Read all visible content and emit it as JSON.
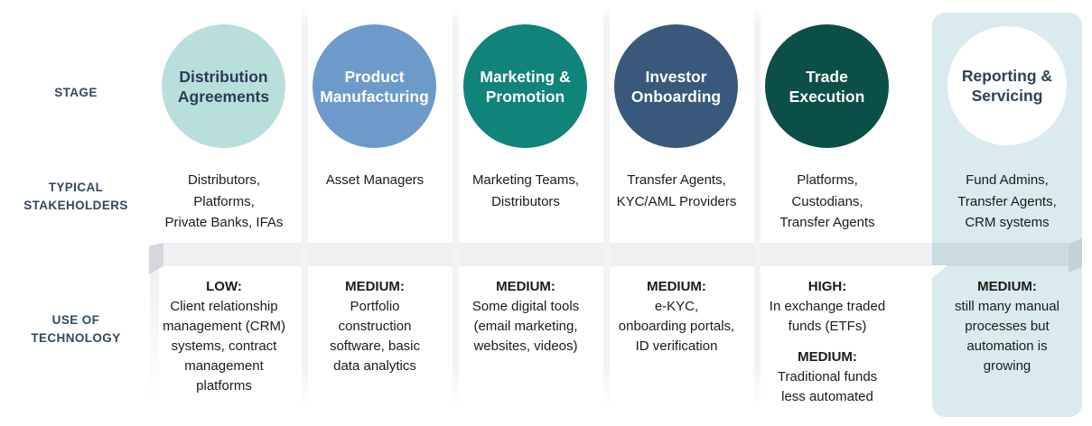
{
  "side_labels": {
    "stage": "STAGE",
    "stakeholders": "TYPICAL\nSTAKEHOLDERS",
    "technology": "USE OF\nTECHNOLOGY"
  },
  "colors": {
    "side_label_text": "#33495e",
    "ribbon": "#eef0f1",
    "ribbon_cap_left": "#d5d7de",
    "ribbon_cap_right": "#c2d3d8",
    "highlight_panel": "#d9ebee",
    "body_text": "#1b1b19"
  },
  "columns": [
    {
      "id": "distribution-agreements",
      "stage_lines": [
        "Distribution",
        "Agreements"
      ],
      "circle_color": "#b9dfdd",
      "stage_text_color": "#2b3c52",
      "stakeholder_lines": [
        "Distributors,",
        "Platforms,",
        "Private Banks, IFAs"
      ],
      "technology": [
        {
          "level": "LOW:",
          "lines": [
            "Client relationship",
            "management (CRM)",
            "systems, contract",
            "management",
            "platforms"
          ]
        }
      ],
      "highlighted": false
    },
    {
      "id": "product-manufacturing",
      "stage_lines": [
        "Product",
        "Manufacturing"
      ],
      "circle_color": "#6c9aca",
      "stage_text_color": "#ffffff",
      "stakeholder_lines": [
        "Asset Managers"
      ],
      "technology": [
        {
          "level": "MEDIUM:",
          "lines": [
            "Portfolio",
            "construction",
            "software, basic",
            "data analytics"
          ]
        }
      ],
      "highlighted": false
    },
    {
      "id": "marketing-promotion",
      "stage_lines": [
        "Marketing &",
        "Promotion"
      ],
      "circle_color": "#10837b",
      "stage_text_color": "#ffffff",
      "stakeholder_lines": [
        "Marketing Teams,",
        "Distributors"
      ],
      "technology": [
        {
          "level": "MEDIUM:",
          "lines": [
            "Some digital tools",
            "(email marketing,",
            "websites, videos)"
          ]
        }
      ],
      "highlighted": false
    },
    {
      "id": "investor-onboarding",
      "stage_lines": [
        "Investor",
        "Onboarding"
      ],
      "circle_color": "#38597b",
      "stage_text_color": "#ffffff",
      "stakeholder_lines": [
        "Transfer Agents,",
        "KYC/AML Providers"
      ],
      "technology": [
        {
          "level": "MEDIUM:",
          "lines": [
            "e-KYC,",
            "onboarding portals,",
            "ID verification"
          ]
        }
      ],
      "highlighted": false
    },
    {
      "id": "trade-execution",
      "stage_lines": [
        "Trade",
        "Execution"
      ],
      "circle_color": "#0c4e48",
      "stage_text_color": "#ffffff",
      "stakeholder_lines": [
        "Platforms,",
        "Custodians,",
        "Transfer Agents"
      ],
      "technology": [
        {
          "level": "HIGH:",
          "lines": [
            "In exchange traded",
            "funds (ETFs)"
          ]
        },
        {
          "level": "MEDIUM:",
          "lines": [
            "Traditional funds",
            "less automated"
          ]
        }
      ],
      "highlighted": false
    },
    {
      "id": "reporting-servicing",
      "stage_lines": [
        "Reporting &",
        "Servicing"
      ],
      "circle_color": "#ffffff",
      "stage_text_color": "#2e4256",
      "stakeholder_lines": [
        "Fund Admins,",
        "Transfer Agents,",
        "CRM systems"
      ],
      "technology": [
        {
          "level": "MEDIUM:",
          "lines": [
            "still many manual",
            "processes but",
            "automation is",
            "growing"
          ]
        }
      ],
      "highlighted": true
    }
  ]
}
